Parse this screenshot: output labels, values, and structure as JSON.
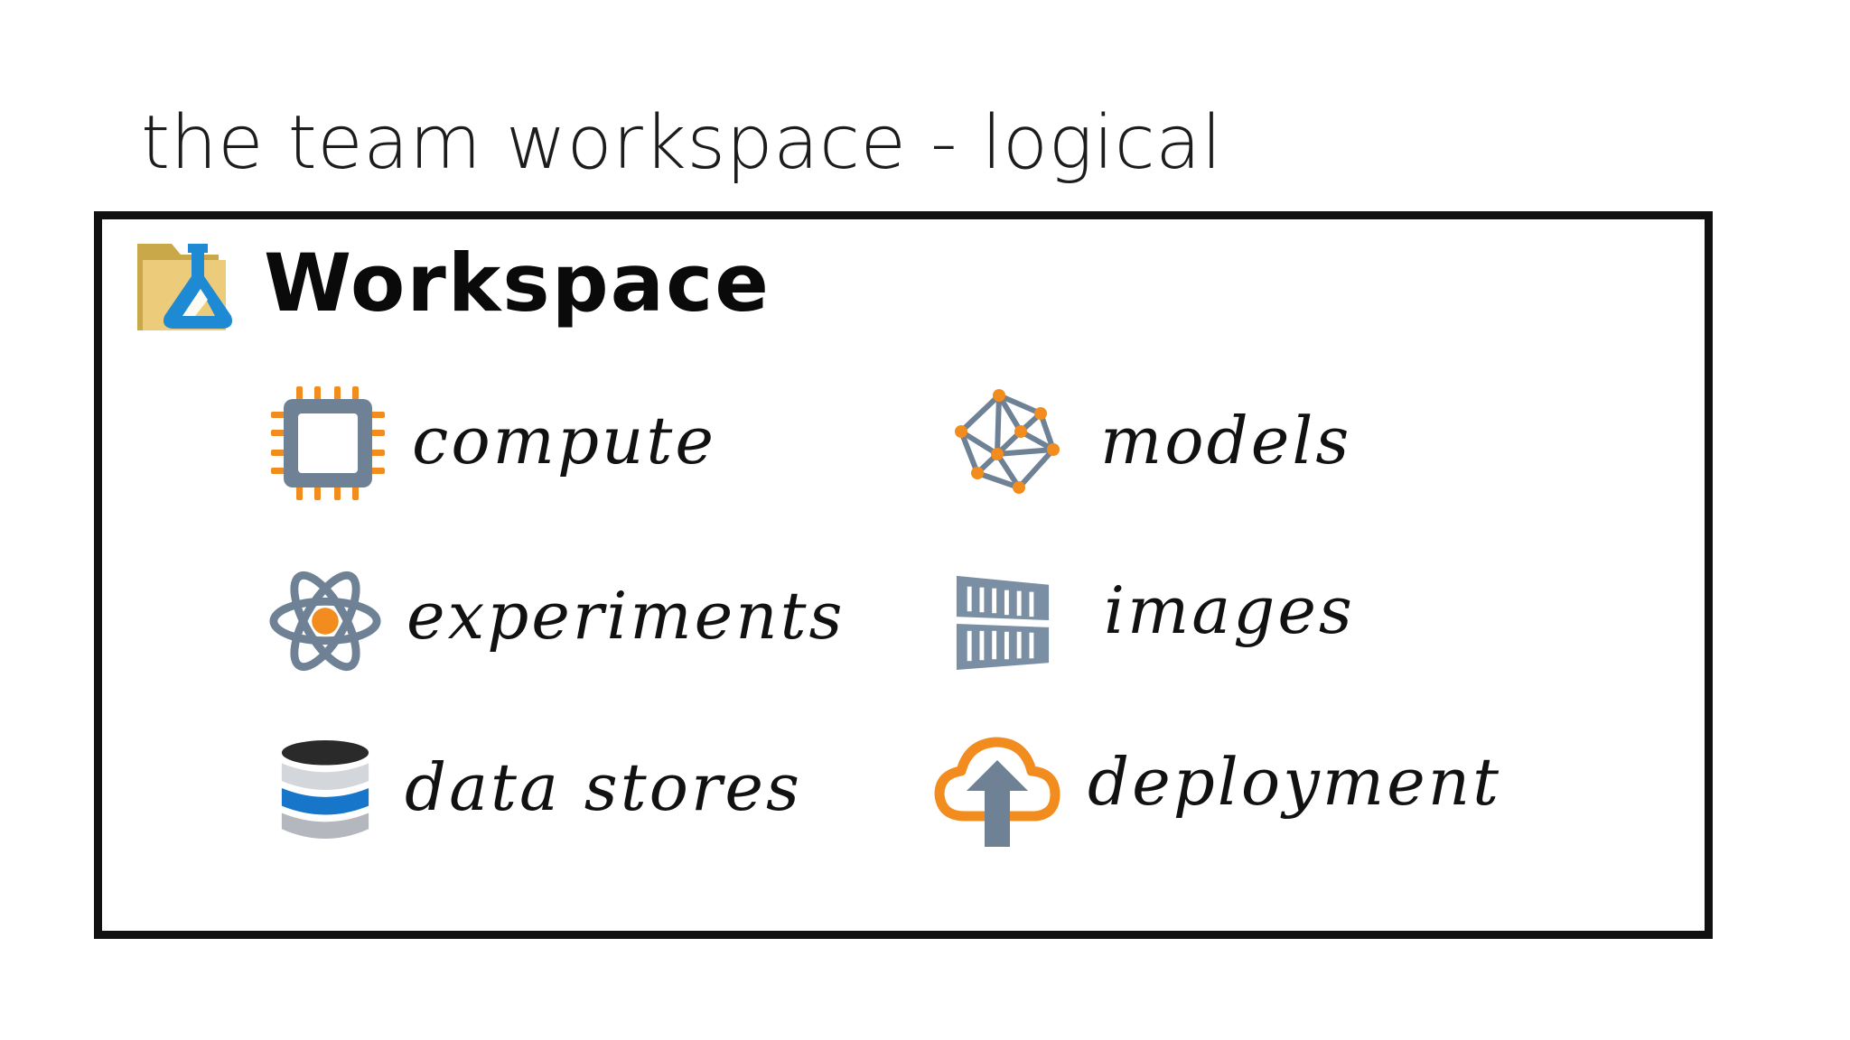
{
  "title": "the team workspace - logical",
  "workspace": {
    "label": "Workspace",
    "icon": "workspace-folder-flask-icon"
  },
  "items": {
    "compute": {
      "label": "compute",
      "icon": "cpu-chip-icon"
    },
    "experiments": {
      "label": "experiments",
      "icon": "atom-icon"
    },
    "data_stores": {
      "label": "data stores",
      "icon": "database-icon"
    },
    "models": {
      "label": "models",
      "icon": "model-network-icon"
    },
    "images": {
      "label": "images",
      "icon": "container-icon"
    },
    "deployment": {
      "label": "deployment",
      "icon": "cloud-upload-icon"
    }
  },
  "colors": {
    "accent_orange": "#F28C1E",
    "slate": "#6E8195",
    "blue": "#1B8BD6",
    "folder": "#E8C66E",
    "frame": "#111111"
  }
}
